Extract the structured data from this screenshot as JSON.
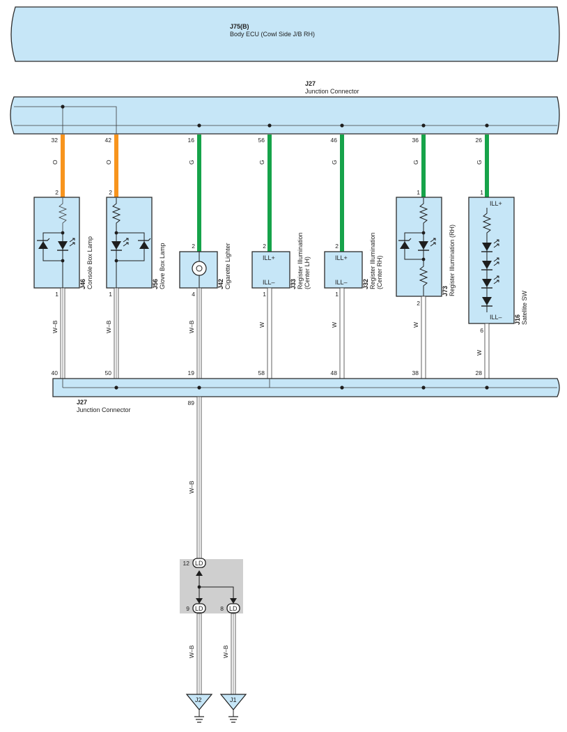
{
  "ecu": {
    "code": "J75(B)",
    "name": "Body ECU (Cowl Side J/B RH)"
  },
  "top_connector": {
    "code": "J27",
    "name": "Junction Connector"
  },
  "bottom_connector": {
    "code": "J27",
    "name": "Junction Connector"
  },
  "colors": {
    "component_fill": "#c6e6f7",
    "wire_orange": "#f7941d",
    "wire_green": "#16a34a",
    "junction_fill": "#cfcfcf"
  },
  "components": [
    {
      "code": "J46",
      "name": "Console Box Lamp",
      "top_pin": "32",
      "top_color": "O",
      "comp_top_pin": "2",
      "comp_bot_pin": "1",
      "bot_color": "W–B",
      "bot_pin": "40"
    },
    {
      "code": "J56",
      "name": "Glove Box Lamp",
      "top_pin": "42",
      "top_color": "O",
      "comp_top_pin": "2",
      "comp_bot_pin": "1",
      "bot_color": "W–B",
      "bot_pin": "50"
    },
    {
      "code": "J42",
      "name": "Cigarette Lighter",
      "top_pin": "16",
      "top_color": "G",
      "comp_top_pin": "2",
      "comp_bot_pin": "4",
      "bot_color": "W–B",
      "bot_pin": "19"
    },
    {
      "code": "J33",
      "name": "Register Illumination",
      "name2": "(Center LH)",
      "top_pin": "56",
      "top_color": "G",
      "comp_top_pin": "2",
      "comp_bot_pin": "1",
      "bot_color": "W",
      "bot_pin": "58",
      "term_top": "ILL+",
      "term_bot": "ILL–"
    },
    {
      "code": "J32",
      "name": "Register Illumination",
      "name2": "(Center RH)",
      "top_pin": "46",
      "top_color": "G",
      "comp_top_pin": "2",
      "comp_bot_pin": "1",
      "bot_color": "W",
      "bot_pin": "48",
      "term_top": "ILL+",
      "term_bot": "ILL–"
    },
    {
      "code": "J73",
      "name": "Register Illumination (RH)",
      "top_pin": "36",
      "top_color": "G",
      "comp_top_pin": "1",
      "comp_bot_pin": "2",
      "bot_color": "W",
      "bot_pin": "38"
    },
    {
      "code": "J16",
      "name": "Satellite SW",
      "top_pin": "26",
      "top_color": "G",
      "comp_top_pin": "1",
      "comp_bot_pin": "6",
      "bot_color": "W",
      "bot_pin": "28",
      "term_top": "ILL+",
      "term_bot": "ILL–"
    }
  ],
  "ground_branch": {
    "main_pin": "89",
    "main_color": "W–B",
    "junction": {
      "in_pin": "12",
      "out1_pin": "9",
      "out2_pin": "8",
      "label": "LD"
    },
    "left_color": "W–B",
    "right_color": "W–B",
    "ground_left": "J2",
    "ground_right": "J1"
  }
}
